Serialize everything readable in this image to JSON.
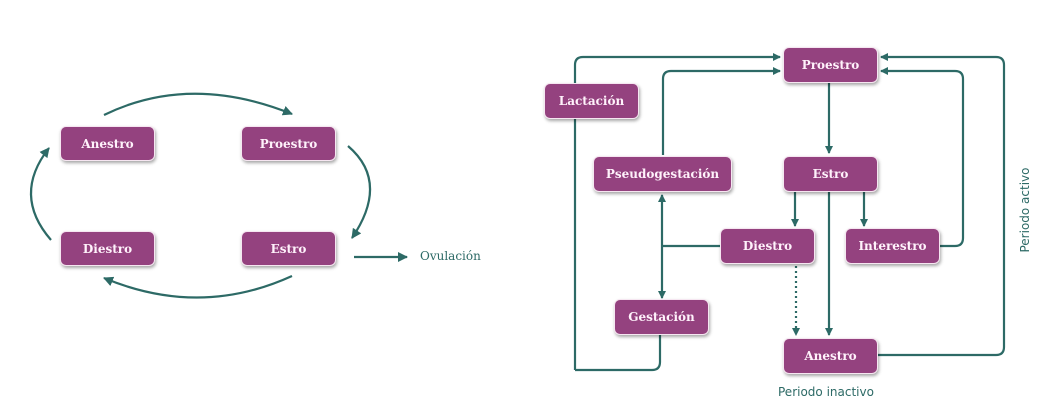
{
  "left_diagram": {
    "title": "FASES DEL CICLO ESTRAL",
    "nodes": {
      "anestro": "Anestro",
      "proestro": "Proestro",
      "diestro": "Diestro",
      "estro": "Estro"
    },
    "ovulation_label": "Ovulación"
  },
  "right_diagram": {
    "title": "CICLO SEXUAL DE LA GATA",
    "nodes": {
      "proestro": "Proestro",
      "lactacion": "Lactación",
      "pseudogestacion": "Pseudogestación",
      "estro": "Estro",
      "diestro": "Diestro",
      "interestro": "Interestro",
      "gestacion": "Gestación",
      "anestro": "Anestro"
    },
    "active_period_label": "Periodo activo",
    "inactive_period_label": "Periodo inactivo"
  },
  "colors": {
    "node_fill": "#94427f",
    "arrow": "#2d6a66",
    "left_bg": "#dff2ec",
    "right_bg": "#e4f5e8"
  }
}
